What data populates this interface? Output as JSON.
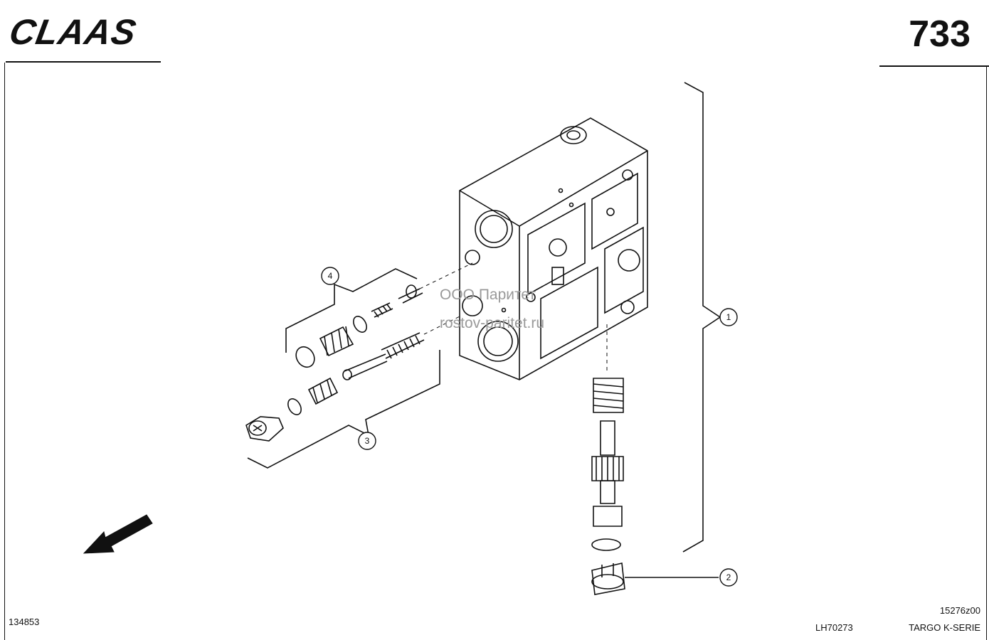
{
  "header": {
    "logo": "CLAAS",
    "page_number": "733"
  },
  "callouts": [
    "1",
    "2",
    "3",
    "4"
  ],
  "footer": {
    "left_code": "134853",
    "center_code": "LH70273",
    "right_code_top": "15276z00",
    "right_code_bottom": "TARGO K-SERIE"
  },
  "watermark": {
    "line1": "ООО Паритет",
    "line2": "rostov-paritet.ru"
  }
}
